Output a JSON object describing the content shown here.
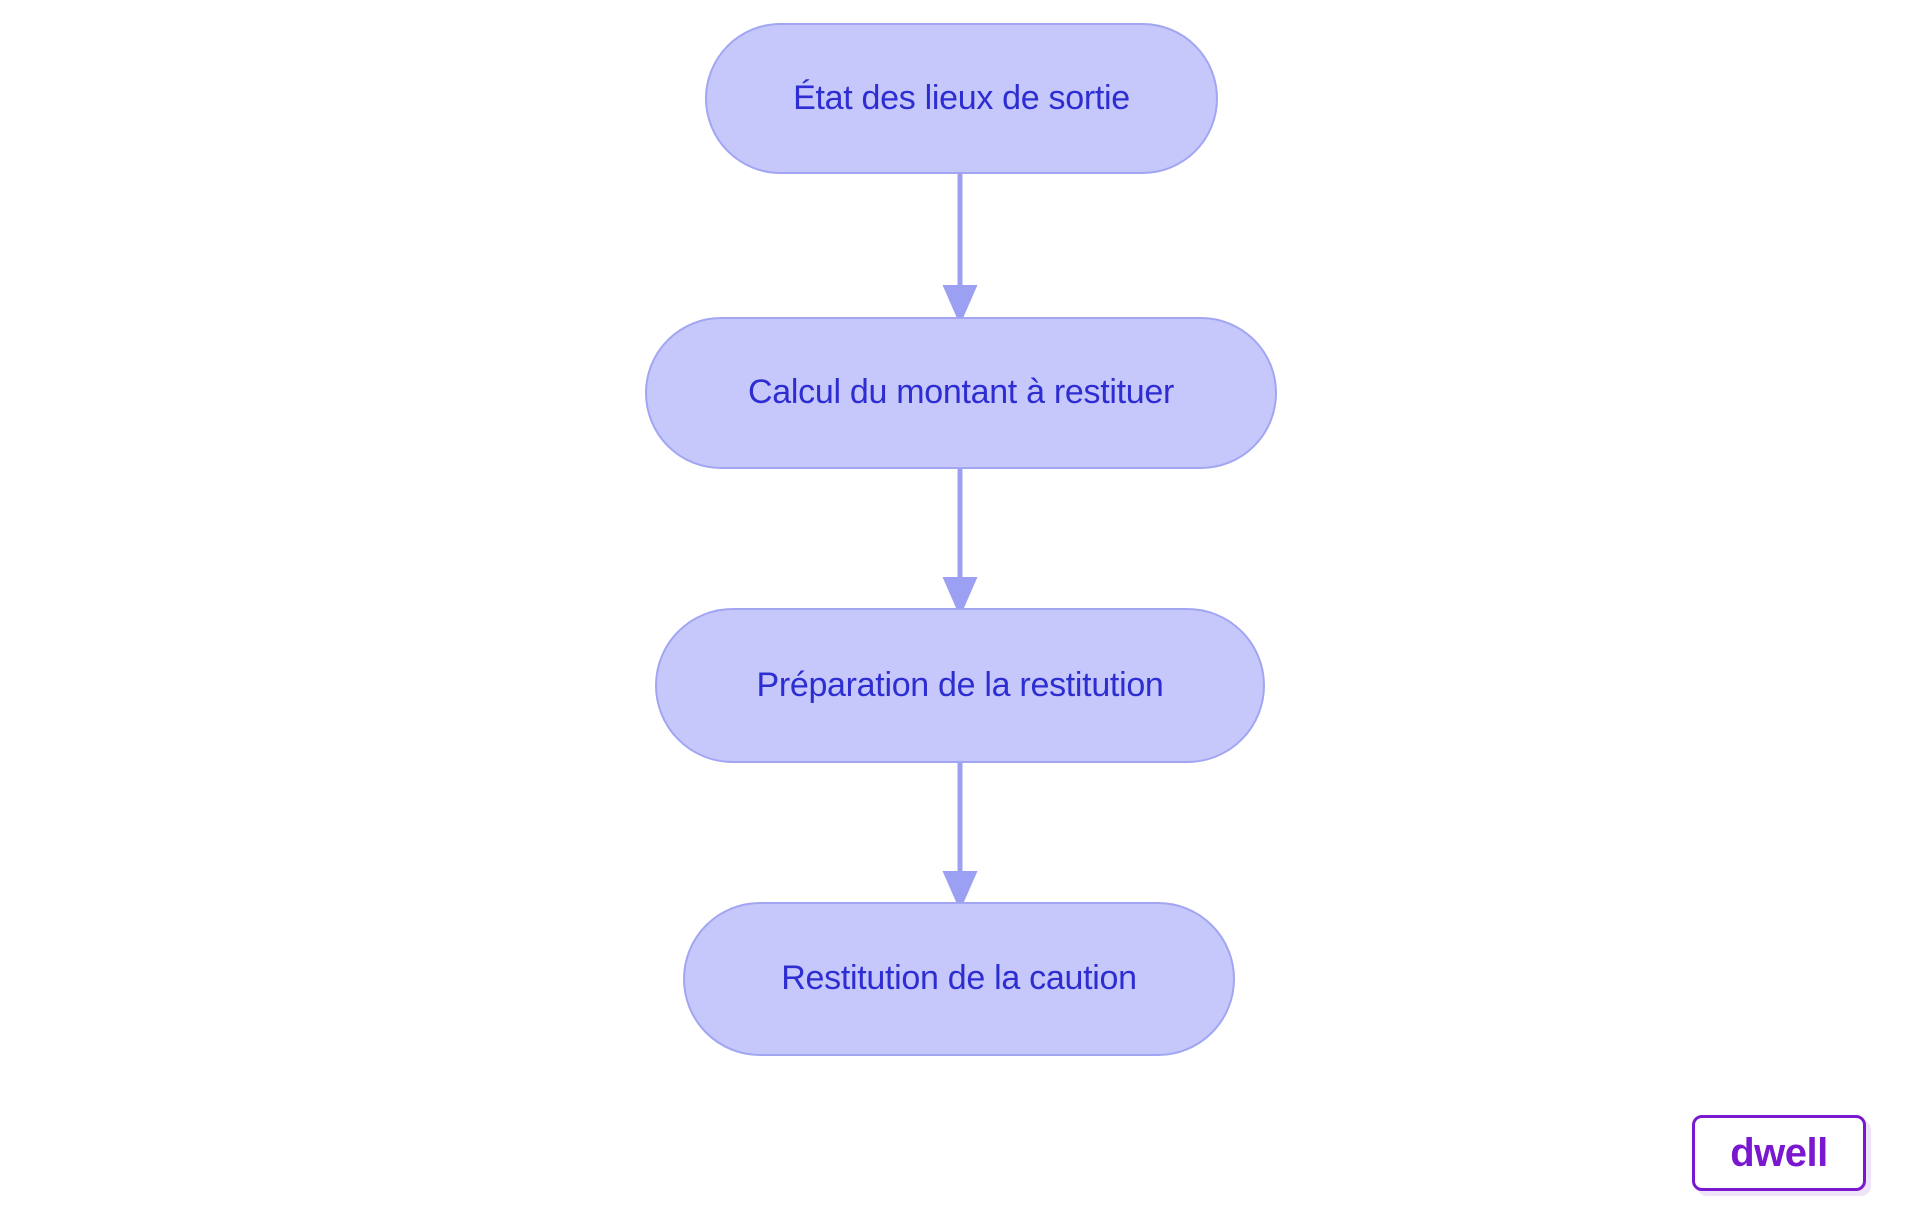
{
  "diagram": {
    "type": "flowchart",
    "orientation": "top-to-bottom",
    "background_color": "#ffffff",
    "node_fill_color": "#c6c8fb",
    "node_border_color": "#a2a6f2",
    "node_text_color": "#2d2dd1",
    "edge_color": "#9ba0f2",
    "nodes": [
      {
        "id": "n1",
        "label": "État des lieux de sortie"
      },
      {
        "id": "n2",
        "label": "Calcul du montant à restituer"
      },
      {
        "id": "n3",
        "label": "Préparation de la restitution"
      },
      {
        "id": "n4",
        "label": "Restitution de la caution"
      }
    ],
    "edges": [
      {
        "from": "n1",
        "to": "n2",
        "label": ""
      },
      {
        "from": "n2",
        "to": "n3",
        "label": ""
      },
      {
        "from": "n3",
        "to": "n4",
        "label": ""
      }
    ]
  },
  "branding": {
    "wordmark": "dwell",
    "wordmark_color": "#7a18cf",
    "border_color": "#7a18cf"
  }
}
